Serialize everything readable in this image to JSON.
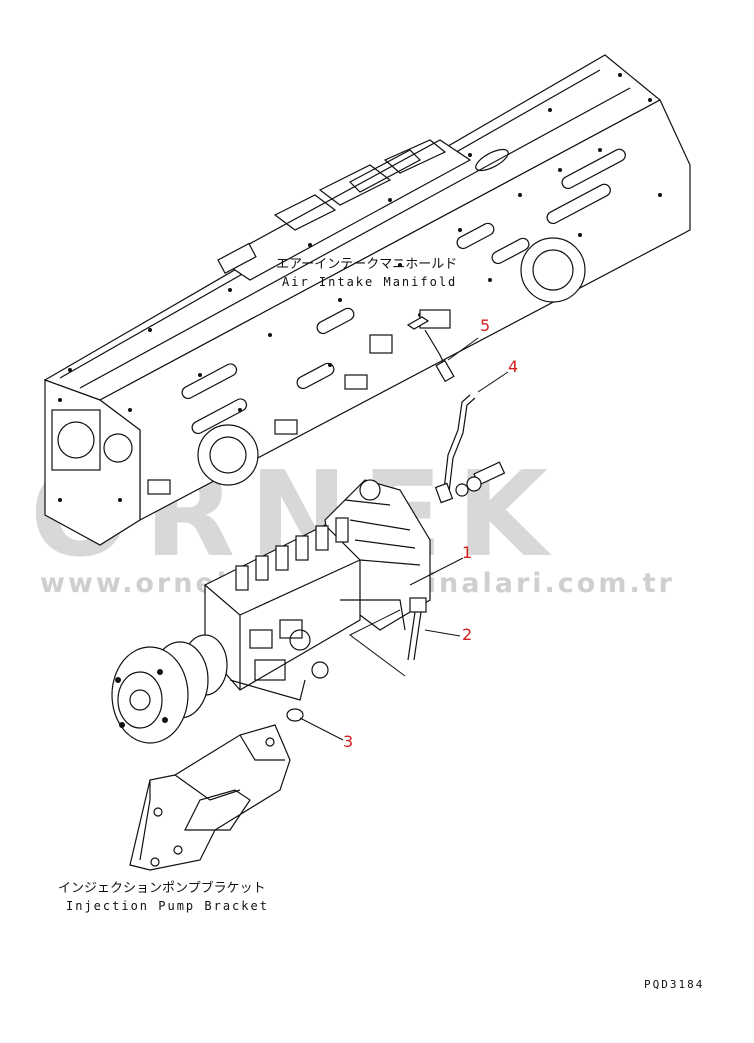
{
  "watermark": {
    "brand": "ORNEK",
    "url": "www.orneksanayimakinalari.com.tr"
  },
  "labels": {
    "manifold_jp": "エアーインテークマニホールド",
    "manifold_en": "Air Intake Manifold",
    "bracket_jp": "インジェクションポンプブラケット",
    "bracket_en": "Injection Pump Bracket"
  },
  "callouts": [
    "1",
    "2",
    "3",
    "4",
    "5"
  ],
  "drawing_code": "PQD3184",
  "colors": {
    "line": "#111111",
    "callout": "#d32020",
    "watermark": "#d8d8d8"
  }
}
